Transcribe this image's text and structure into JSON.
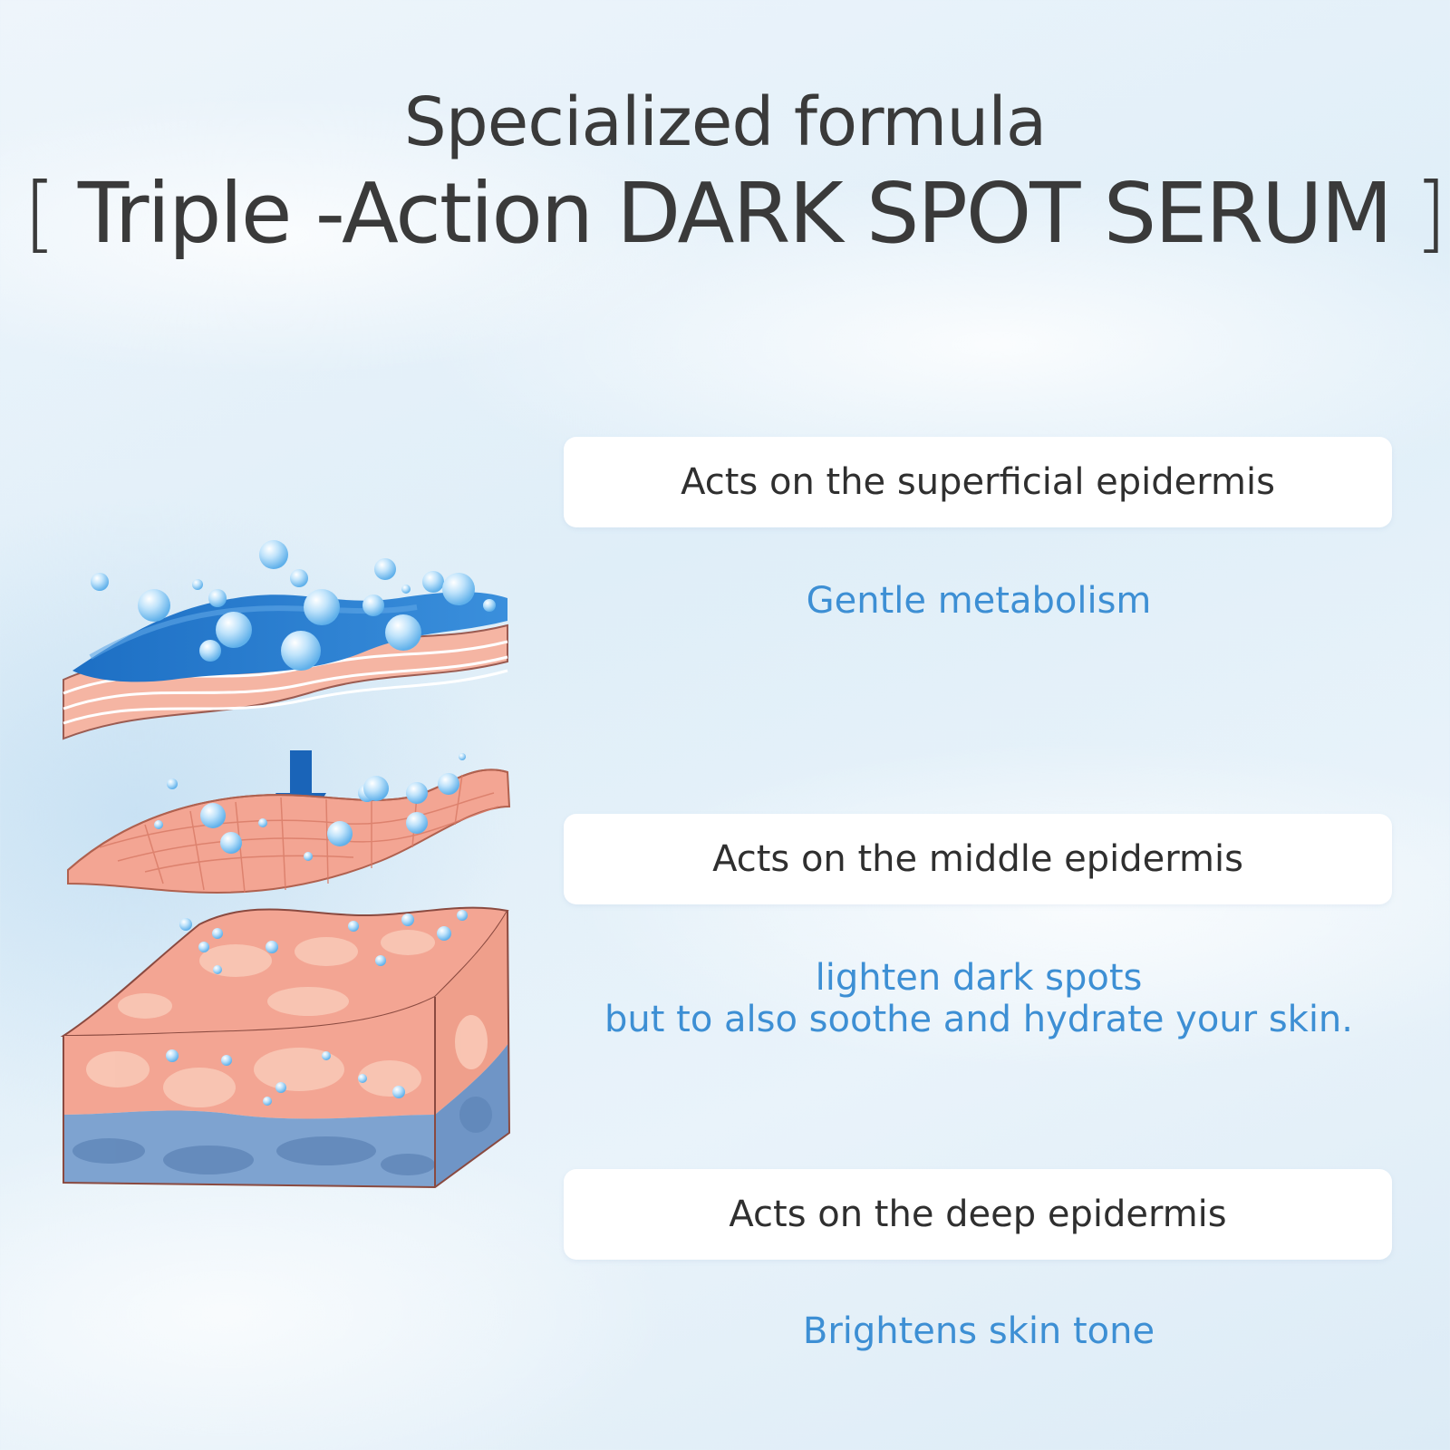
{
  "header": {
    "title_line1": "Specialized formula",
    "bracket_open": "[",
    "title_line2": "Triple -Action DARK SPOT SERUM",
    "bracket_close": "]"
  },
  "layers": [
    {
      "card_label": "Acts on the superficial epidermis",
      "benefit_lines": [
        "Gentle metabolism"
      ]
    },
    {
      "card_label": "Acts on the middle epidermis",
      "benefit_lines": [
        "lighten dark spots",
        "but to also soothe and hydrate your skin."
      ]
    },
    {
      "card_label": "Acts on the deep epidermis",
      "benefit_lines": [
        "Brightens skin tone"
      ]
    }
  ],
  "colors": {
    "title_text": "#3a3a3a",
    "card_text": "#2f2f2f",
    "benefit_text": "#3d8fd4",
    "card_bg": "#ffffff",
    "skin_pink": "#f3a593",
    "skin_light": "#f9c6b4",
    "water_blue": "#1d6fc4",
    "arrow_blue": "#1a64b8"
  }
}
